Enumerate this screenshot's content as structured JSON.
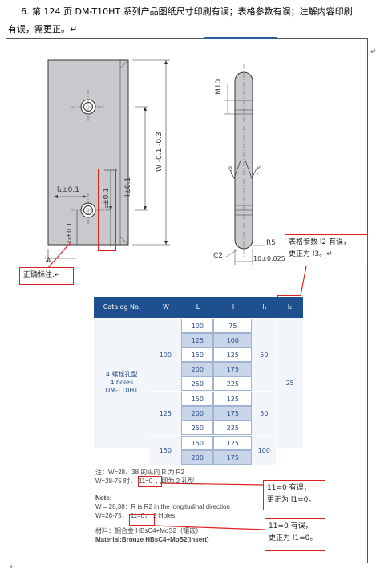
{
  "heading": {
    "line1": "6. 第 124 页 DM-T10HT 系列产品图纸尺寸印刷有误；表格参数有误；注解内容印刷",
    "line2": "有误，需更正。↵"
  },
  "drawing": {
    "labels": {
      "l1": "l₁±0.1",
      "l_right": "l±0.1",
      "l2_box": "l₂±0.1",
      "l3": "l₃±0.1",
      "w_tol": "W -0.1 -0.3",
      "w": "W",
      "m10": "M10",
      "ang1": "1.6",
      "ang2": "1.6",
      "r5": "R5",
      "c2": "C2",
      "thk": "10±0.025"
    }
  },
  "callouts": {
    "correct_label": "正确标注.↵",
    "table_note": [
      "表格参数 l2 有误，",
      "更正为 l3。↵"
    ],
    "note1": [
      "11=0 有误，",
      "更正为 l1=0。"
    ],
    "note2": [
      "11=0 有误，",
      "更正为 l1=0。"
    ]
  },
  "table": {
    "headers": [
      "Catalog No.",
      "W",
      "L",
      "l",
      "l₁",
      "l₂"
    ],
    "catalog": [
      "4 螺栓孔型",
      "4 holes",
      "DM-T10HT"
    ],
    "groups": [
      {
        "w": "100",
        "l1": "50",
        "rows": [
          [
            "100",
            "75"
          ],
          [
            "125",
            "100"
          ],
          [
            "150",
            "125"
          ],
          [
            "200",
            "175"
          ],
          [
            "250",
            "225"
          ]
        ]
      },
      {
        "w": "125",
        "l1": "50",
        "rows": [
          [
            "150",
            "125"
          ],
          [
            "200",
            "175"
          ],
          [
            "250",
            "225"
          ]
        ]
      },
      {
        "w": "150",
        "l1": "100",
        "rows": [
          [
            "150",
            "125"
          ],
          [
            "200",
            "175"
          ]
        ]
      }
    ],
    "l2_value": "25",
    "colors": {
      "header": "#1e4f8e",
      "row_light": "#ffffff",
      "row_alt": "#dde5f1",
      "cell_blue": "#c9d6ea"
    }
  },
  "notes": {
    "zh_line1": "注：W=28、38 的纵向 R 为 R2",
    "zh_line2_a": "W=28-75 时，",
    "zh_line2_b": "11=0",
    "zh_line2_c": "，即为 2 孔型",
    "en_title": "Note:",
    "en_line1": "W = 28,38：R is R2 in the longitudinal direction",
    "en_line2_a": "W=28-75，",
    "en_line2_b": "11=0，",
    "en_line2_c": "2 Holes",
    "mat_zh": "材料：铜合金 HBsC4+MoS2（镶嵌）",
    "mat_en": "Material:Bronze HBsC4+MoS2(insert)"
  },
  "page_marks": {
    "enter1": "↵",
    "enter2": "↵"
  }
}
